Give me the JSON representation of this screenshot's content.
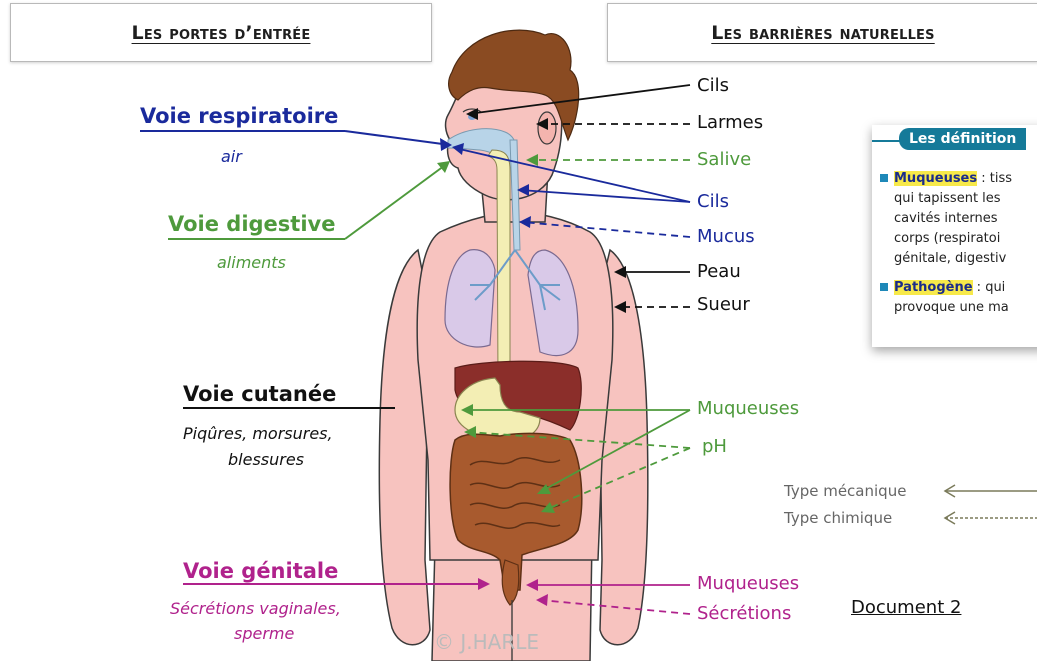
{
  "headers": {
    "left": "Les portes d’entrée",
    "right": "Les barrières naturelles"
  },
  "entries": {
    "respiratory": {
      "title": "Voie respiratoire",
      "sub": "air"
    },
    "digestive": {
      "title": "Voie digestive",
      "sub": "aliments"
    },
    "cutaneous": {
      "title": "Voie cutanée",
      "sub1": "Piqûres, morsures,",
      "sub2": "blessures"
    },
    "genital": {
      "title": "Voie génitale",
      "sub1": "Sécrétions vaginales,",
      "sub2": "sperme"
    }
  },
  "barriers": {
    "cils_top": "Cils",
    "larmes": "Larmes",
    "salive": "Salive",
    "cils": "Cils",
    "mucus": "Mucus",
    "peau": "Peau",
    "sueur": "Sueur",
    "muqueuses_mid": "Muqueuses",
    "ph": "pH",
    "muqueuses_bottom": "Muqueuses",
    "secretions": "Sécrétions"
  },
  "definitions": {
    "title": "Les définition",
    "muqueuses_term": "Muqueuses",
    "muqueuses_l1": " : tiss",
    "muqueuses_l2": "qui tapissent les",
    "muqueuses_l3": "cavités internes",
    "muqueuses_l4": "corps (respiratoi",
    "muqueuses_l5": "génitale, digestiv",
    "pathogene_term": "Pathogène",
    "pathogene_l1": " : qui",
    "pathogene_l2": "provoque une ma"
  },
  "legend": {
    "mechanical": "Type mécanique",
    "chemical": "Type chimique"
  },
  "document_label": "Document 2",
  "copyright": "© J.HARLE",
  "colors": {
    "respiratory": "#1a2a9c",
    "digestive": "#4e9a3c",
    "cutaneous": "#111111",
    "genital": "#b0228c",
    "skin": "#f7c3bf",
    "hair": "#8a4b22",
    "liver": "#8b2e2a",
    "intestine": "#a85a2e",
    "lungs": "#d9c9e8",
    "defs_accent": "#157a99"
  }
}
